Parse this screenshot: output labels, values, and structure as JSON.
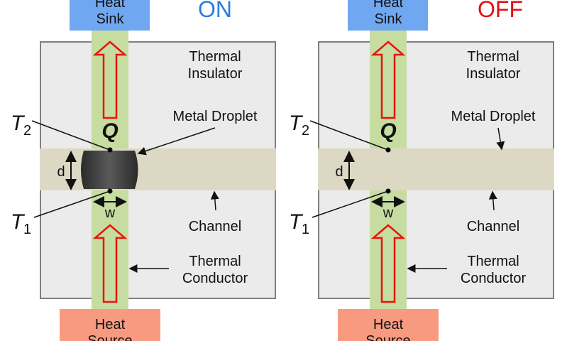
{
  "colors": {
    "heat_sink": "#6fa8f0",
    "heat_source": "#f89a80",
    "insulator": "#ebebeb",
    "conductor": "#c6dca0",
    "channel": "#ddd8c4",
    "droplet": "#3a3a3a",
    "arrow": "#e8140c",
    "on": "#2a7de0",
    "off": "#e01010"
  },
  "panels": [
    {
      "state": "ON",
      "heat_sink": [
        "Heat",
        "Sink"
      ],
      "heat_source": [
        "Heat",
        "Source"
      ],
      "insulator": [
        "Thermal",
        "Insulator"
      ],
      "droplet": "Metal Droplet",
      "channel": "Channel",
      "conductor": [
        "Thermal",
        "Conductor"
      ],
      "t2": {
        "symbol": "T",
        "sub": "2"
      },
      "t1": {
        "symbol": "T",
        "sub": "1"
      },
      "q": "Q",
      "d": "d",
      "w": "w"
    },
    {
      "state": "OFF",
      "heat_sink": [
        "Heat",
        "Sink"
      ],
      "heat_source": [
        "Heat",
        "Source"
      ],
      "insulator": [
        "Thermal",
        "Insulator"
      ],
      "droplet": "Metal Droplet",
      "channel": "Channel",
      "conductor": [
        "Thermal",
        "Conductor"
      ],
      "t2": {
        "symbol": "T",
        "sub": "2"
      },
      "t1": {
        "symbol": "T",
        "sub": "1"
      },
      "q": "Q",
      "d": "d",
      "w": "w"
    }
  ]
}
